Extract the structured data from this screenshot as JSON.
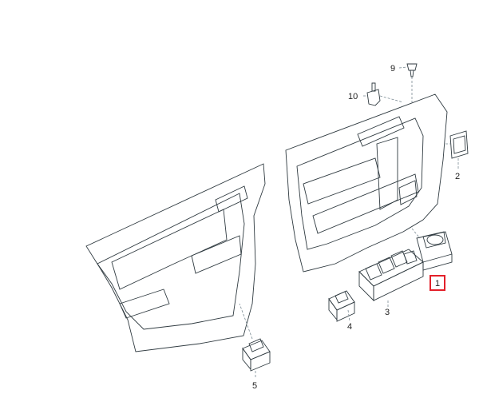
{
  "diagram": {
    "callouts": [
      {
        "id": "1",
        "label": "1",
        "highlighted": true
      },
      {
        "id": "2",
        "label": "2"
      },
      {
        "id": "3",
        "label": "3"
      },
      {
        "id": "4",
        "label": "4"
      },
      {
        "id": "5",
        "label": "5"
      },
      {
        "id": "9",
        "label": "9"
      },
      {
        "id": "10",
        "label": "10"
      }
    ],
    "colors": {
      "panel_fill": "#d6e1e7",
      "panel_shade": "#bccbd3",
      "part_fill": "#b9c6cd",
      "part_dark": "#6f7e87",
      "outline": "#2f3a40",
      "highlight": "#e3202a"
    }
  }
}
